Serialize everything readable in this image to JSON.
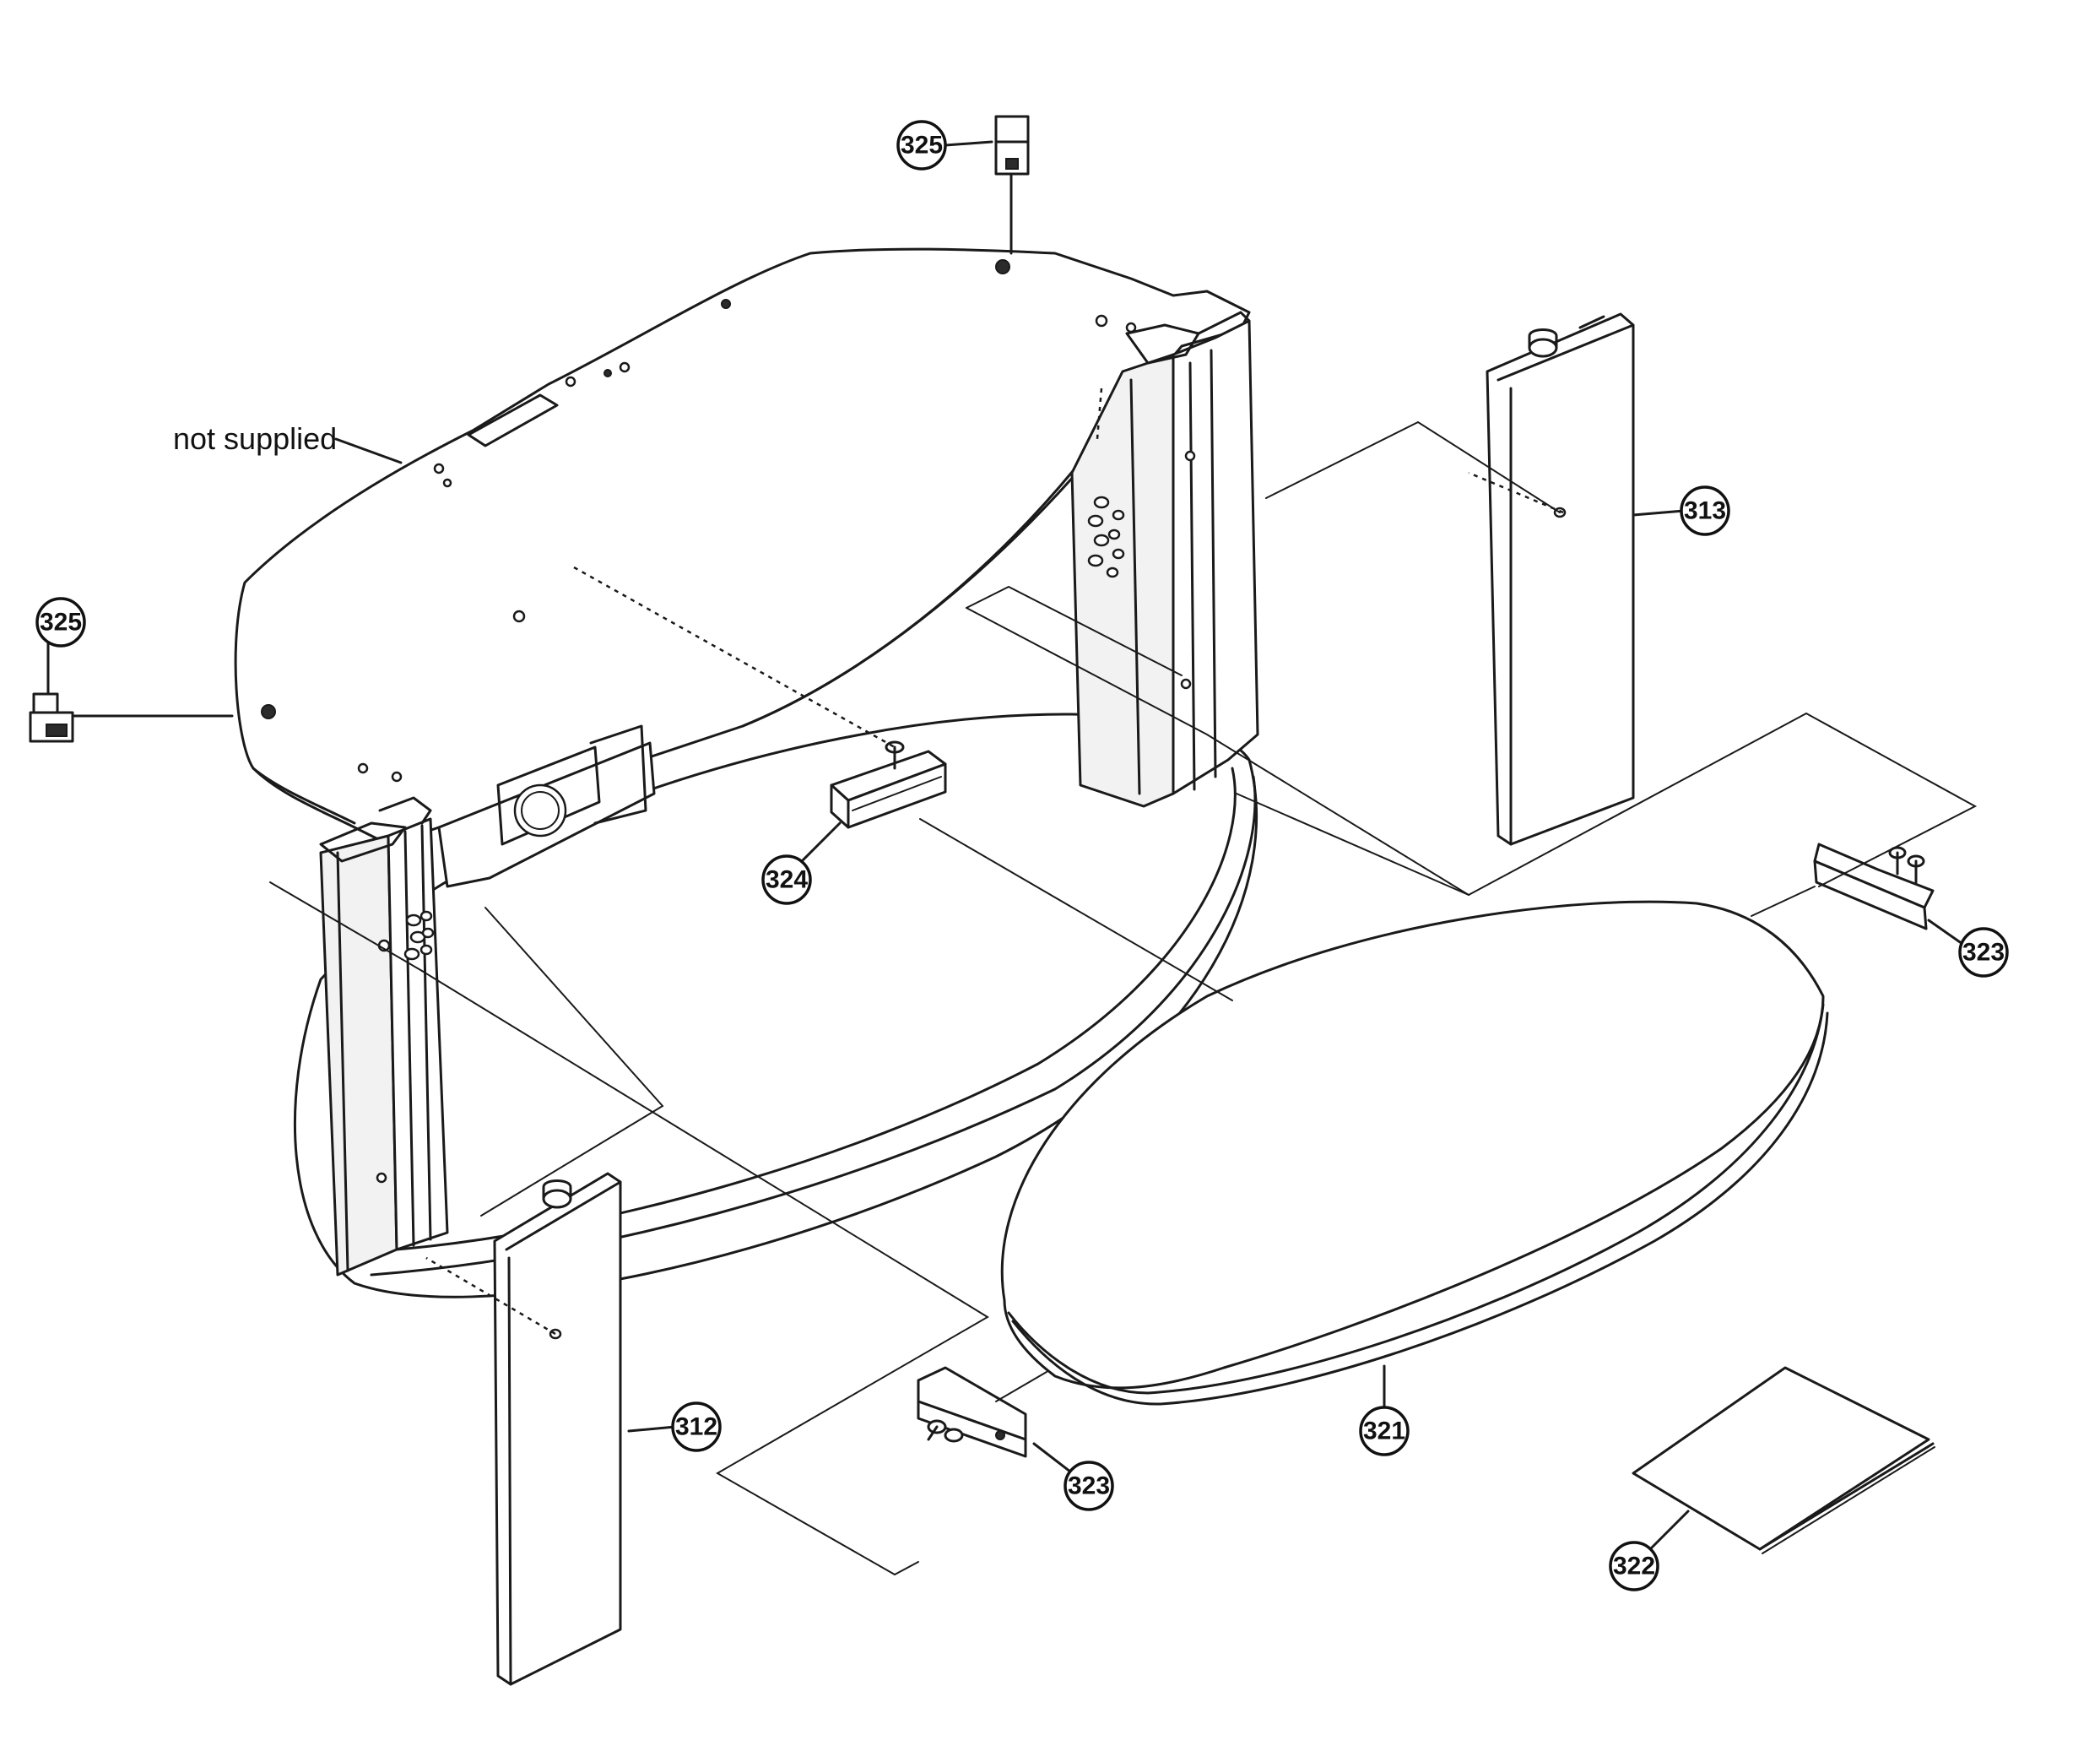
{
  "callouts": {
    "c325_top": "325",
    "c325_left": "325",
    "c313": "313",
    "c324": "324",
    "c323_right": "323",
    "c323_bottom": "323",
    "c312": "312",
    "c321": "321",
    "c322": "322"
  },
  "notes": {
    "not_supplied": "not supplied"
  }
}
